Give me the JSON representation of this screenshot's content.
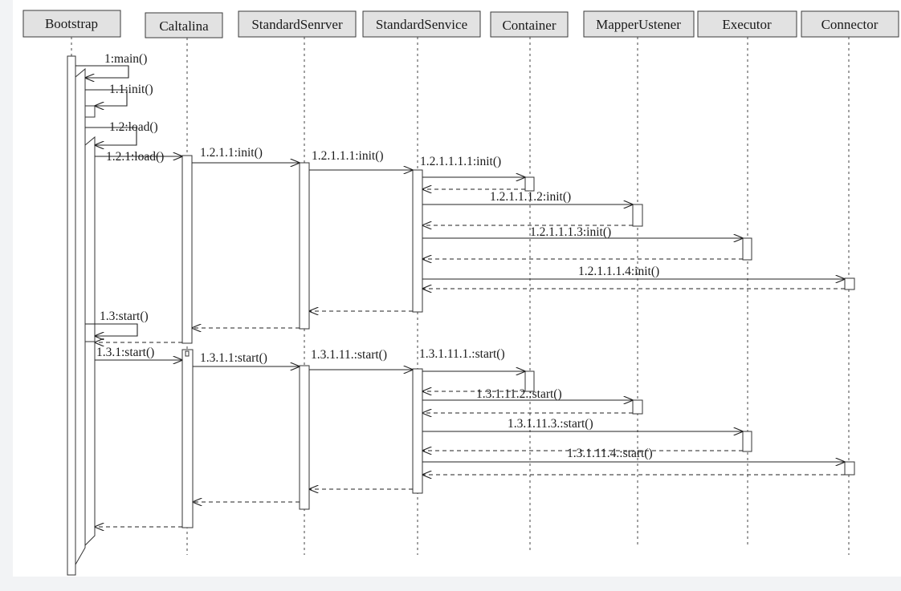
{
  "diagram": {
    "lifelines": [
      {
        "id": "bootstrap",
        "label": "Bootstrap"
      },
      {
        "id": "caltalina",
        "label": "Caltalina"
      },
      {
        "id": "standard-server",
        "label": "StandardSenrver"
      },
      {
        "id": "standard-service",
        "label": "StandardSenvice"
      },
      {
        "id": "container",
        "label": "Container"
      },
      {
        "id": "mapper-listener",
        "label": "MapperUstener"
      },
      {
        "id": "executor",
        "label": "Executor"
      },
      {
        "id": "connector",
        "label": "Connector"
      }
    ],
    "messages": [
      {
        "id": "m-1",
        "label": "1:main()"
      },
      {
        "id": "m-1-1",
        "label": "1.1:init()"
      },
      {
        "id": "m-1-2",
        "label": "1.2:load()"
      },
      {
        "id": "m-1-2-1",
        "label": "1.2.1:load()"
      },
      {
        "id": "m-1-2-1-1",
        "label": "1.2.1.1:init()"
      },
      {
        "id": "m-1-2-1-1-1",
        "label": "1.2.1.1.1:init()"
      },
      {
        "id": "m-1-2-1-1-1-1",
        "label": "1.2.1.1.1.1:init()"
      },
      {
        "id": "m-1-2-1-1-1-2",
        "label": "1.2.1.1.1.2:init()"
      },
      {
        "id": "m-1-2-1-1-1-3",
        "label": "1.2.1.1.1.3:init()"
      },
      {
        "id": "m-1-2-1-1-1-4",
        "label": "1.2.1.1.1.4:init()"
      },
      {
        "id": "m-1-3",
        "label": "1.3:start()"
      },
      {
        "id": "m-1-3-1",
        "label": "1.3.1:start()"
      },
      {
        "id": "m-1-3-1-1",
        "label": "1.3.1.1:start()"
      },
      {
        "id": "m-1-3-1-11",
        "label": "1.3.1.11.:start()"
      },
      {
        "id": "m-1-3-1-11-1",
        "label": "1.3.1.11.1.:start()"
      },
      {
        "id": "m-1-3-1-11-2",
        "label": "1.3.1.11.2.:start()"
      },
      {
        "id": "m-1-3-1-11-3",
        "label": "1.3.1.11.3.:start()"
      },
      {
        "id": "m-1-3-1-11-4",
        "label": "1.3.1.11.4.:start()"
      }
    ]
  }
}
